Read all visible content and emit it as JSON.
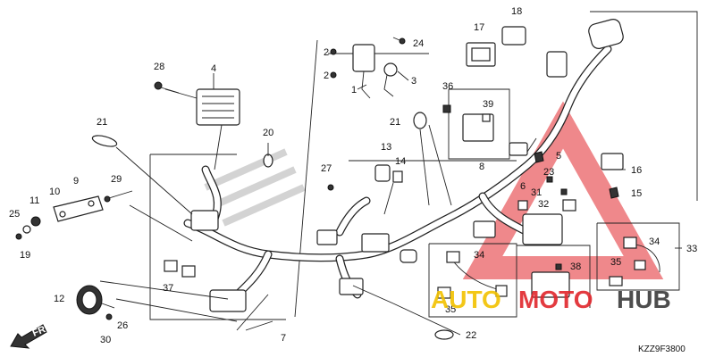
{
  "diagram": {
    "code": "KZZ9F3800",
    "direction_label": "FR.",
    "watermark": {
      "text_a": "AUTO",
      "text_b": "MOTO",
      "text_c": "HUB",
      "red": "#e1262c",
      "gray": "#3a3a3a"
    },
    "callouts": [
      "1",
      "2",
      "2",
      "3",
      "4",
      "5",
      "6",
      "7",
      "8",
      "9",
      "10",
      "11",
      "12",
      "13",
      "14",
      "15",
      "16",
      "17",
      "18",
      "19",
      "20",
      "21",
      "21",
      "22",
      "23",
      "24",
      "25",
      "26",
      "27",
      "28",
      "29",
      "30",
      "31",
      "32",
      "33",
      "34",
      "34",
      "35",
      "35",
      "36",
      "37",
      "38",
      "39"
    ]
  }
}
